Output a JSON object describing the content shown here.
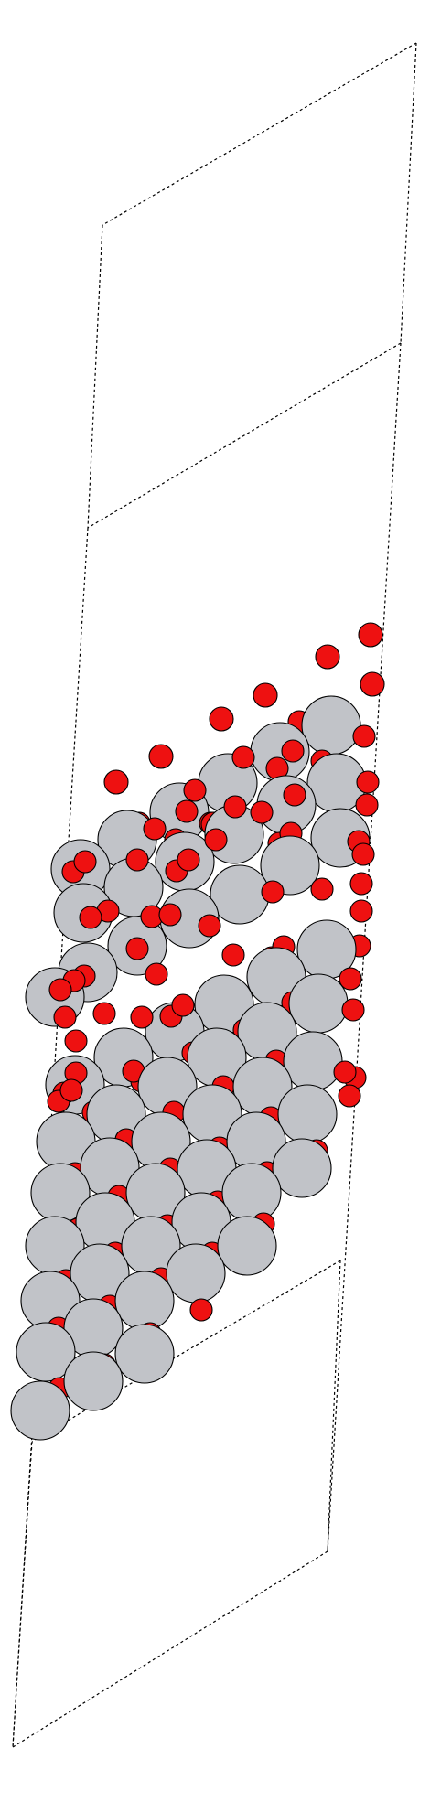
{
  "figure": {
    "description_visible_text": "",
    "element_colors": {
      "metal": "#c1c3c8",
      "oxygen": "#ee1111",
      "outline": "#000000",
      "cell_edge": "#000000"
    },
    "atom_types": [
      "metal",
      "oxygen"
    ],
    "cell_style": "dashed"
  }
}
